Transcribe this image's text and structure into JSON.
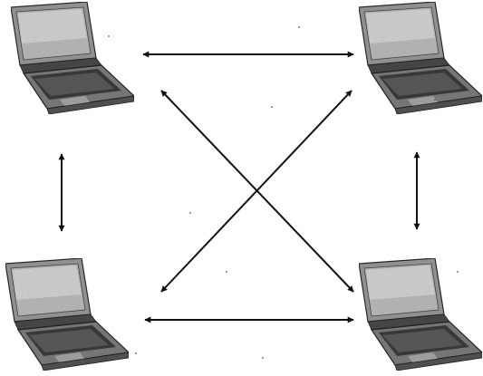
{
  "diagram": {
    "type": "network-topology",
    "node_icon": "laptop-icon",
    "nodes": [
      {
        "id": "top-left"
      },
      {
        "id": "top-right"
      },
      {
        "id": "bottom-left"
      },
      {
        "id": "bottom-right"
      }
    ],
    "connections": [
      {
        "from": "top-left",
        "to": "top-right",
        "direction": "bidirectional"
      },
      {
        "from": "bottom-left",
        "to": "bottom-right",
        "direction": "bidirectional"
      },
      {
        "from": "top-left",
        "to": "bottom-left",
        "direction": "bidirectional"
      },
      {
        "from": "top-right",
        "to": "bottom-right",
        "direction": "bidirectional"
      },
      {
        "from": "top-left",
        "to": "bottom-right",
        "direction": "bidirectional"
      },
      {
        "from": "top-right",
        "to": "bottom-left",
        "direction": "bidirectional"
      }
    ],
    "colors": {
      "arrow": "#111111",
      "laptop_body": "#8a8a8a",
      "laptop_dark": "#3a3a3a",
      "laptop_light": "#d8d8d8",
      "background": "#ffffff"
    }
  }
}
